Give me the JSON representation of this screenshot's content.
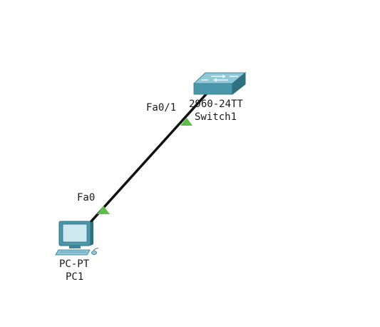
{
  "devices": {
    "switch": {
      "model": "2960-24TT",
      "name": "Switch1",
      "icon": "switch-icon",
      "port": "Fa0/1"
    },
    "pc": {
      "model": "PC-PT",
      "name": "PC1",
      "icon": "pc-icon",
      "port": "Fa0"
    }
  },
  "link": {
    "cable": "copper-straight-through",
    "status": "up",
    "status_color": "#5cbf49",
    "cable_color": "#111111"
  },
  "colors": {
    "background": "#ffffff",
    "device_teal": "#4a97ab",
    "device_light": "#8fc9d8",
    "device_dark": "#2f6f80"
  }
}
